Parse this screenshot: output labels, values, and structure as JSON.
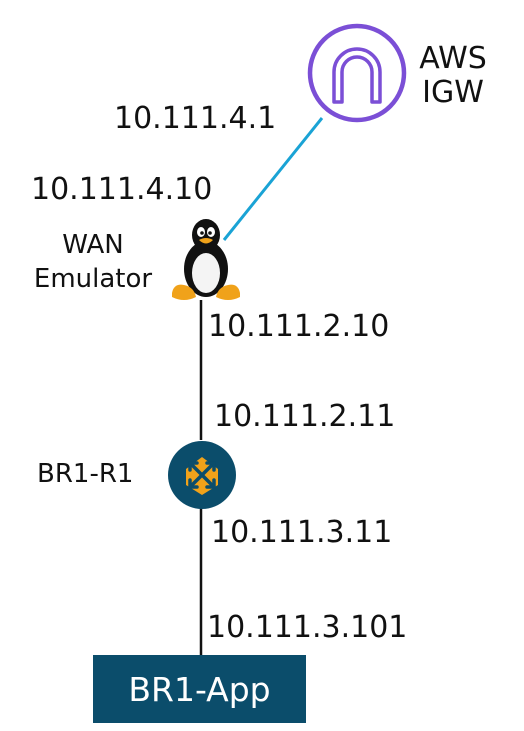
{
  "nodes": {
    "igw": {
      "label_line1": "AWS",
      "label_line2": "IGW",
      "icon": "aws-internet-gateway-icon",
      "color": "#7b4fd6"
    },
    "wan": {
      "label_line1": "WAN",
      "label_line2": "Emulator",
      "icon": "linux-penguin-icon"
    },
    "router": {
      "label": "BR1-R1",
      "icon": "router-icon",
      "color": "#0b4d6b",
      "accent": "#f0a21a"
    },
    "app": {
      "label": "BR1-App",
      "color": "#0b4d6b"
    }
  },
  "links": {
    "igw_wan": {
      "igw_ip": "10.111.4.1",
      "wan_ip": "10.111.4.10",
      "color": "#1aa3d5"
    },
    "wan_router": {
      "wan_ip": "10.111.2.10",
      "router_ip": "10.111.2.11"
    },
    "router_app": {
      "router_ip": "10.111.3.11",
      "app_ip": "10.111.3.101"
    }
  }
}
